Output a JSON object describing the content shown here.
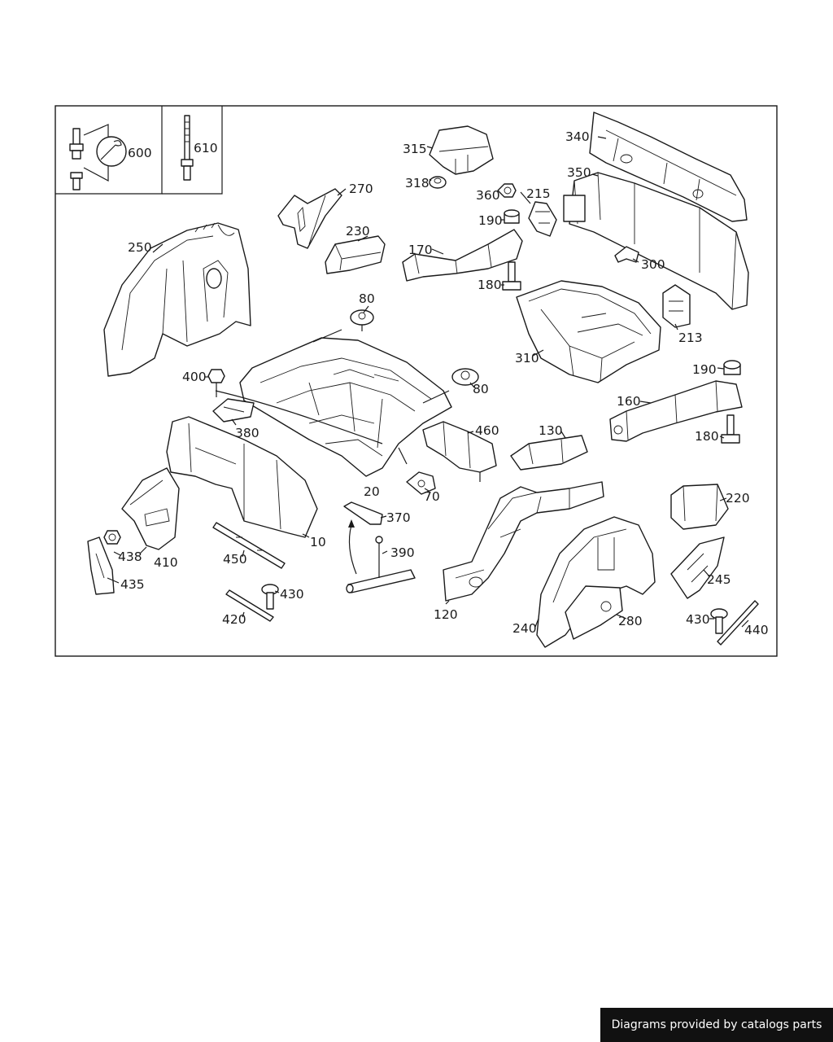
{
  "diagram": {
    "callouts": {
      "c10": "10",
      "c20": "20",
      "c70": "70",
      "c80a": "80",
      "c80b": "80",
      "c120": "120",
      "c130": "130",
      "c160": "160",
      "c170": "170",
      "c180a": "180",
      "c180b": "180",
      "c190a": "190",
      "c190b": "190",
      "c213": "213",
      "c215": "215",
      "c220": "220",
      "c230": "230",
      "c240": "240",
      "c245": "245",
      "c250": "250",
      "c270": "270",
      "c280": "280",
      "c300": "300",
      "c310": "310",
      "c315": "315",
      "c318": "318",
      "c340": "340",
      "c350": "350",
      "c360": "360",
      "c370": "370",
      "c380": "380",
      "c390": "390",
      "c400": "400",
      "c410": "410",
      "c420": "420",
      "c430a": "430",
      "c430b": "430",
      "c435": "435",
      "c438": "438",
      "c440": "440",
      "c450": "450",
      "c460": "460",
      "c600": "600",
      "c610": "610"
    }
  },
  "footer": {
    "text": "Diagrams provided by catalogs parts"
  }
}
